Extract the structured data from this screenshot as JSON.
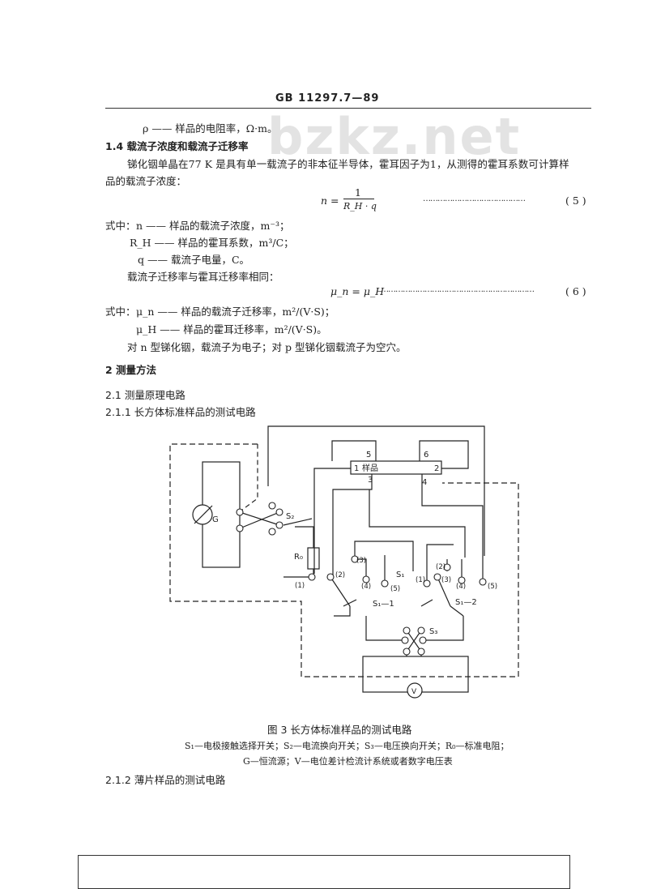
{
  "header": {
    "standard_no": "GB 11297.7—89"
  },
  "watermark": "bzkz.net",
  "top_rho": "ρ —— 样品的电阻率，Ω·m。",
  "section_1_4": {
    "heading": "1.4  载流子浓度和载流子迁移率",
    "para_line1": "锑化铟单晶在77 K 是具有单一载流子的非本征半导体，霍耳因子为1，从测得的霍耳系数可计算样",
    "para_line2": "品的载流子浓度：",
    "eq5": {
      "lhs": "n =",
      "numerator": "1",
      "denominator": "R_H · q",
      "dots": "……………………………………",
      "number": "( 5 )"
    },
    "where_label": "式中：",
    "def_n": "n —— 样品的载流子浓度，m⁻³；",
    "def_RH": "R_H —— 样品的霍耳系数，m³/C；",
    "def_q": "q —— 载流子电量，C。",
    "mobility_line": "载流子迁移率与霍耳迁移率相同：",
    "eq6": {
      "expr": "μ_n = μ_H",
      "dots": "………………………………………………………",
      "number": "( 6 )"
    },
    "where_label2": "式中：",
    "def_mun": "μ_n —— 样品的载流子迁移率，m²/(V·S)；",
    "def_muH": "μ_H —— 样品的霍耳迁移率，m²/(V·S)。",
    "carrier_note": "对 n 型锑化铟，载流子为电子；对 p 型锑化铟载流子为空穴。"
  },
  "section_2": {
    "heading": "2  测量方法"
  },
  "section_2_1": {
    "heading": "2.1  测量原理电路"
  },
  "section_2_1_1": {
    "heading": "2.1.1  长方体标准样品的测试电路"
  },
  "diagram": {
    "sample_label": "样品",
    "terminals": [
      "1",
      "2",
      "3",
      "4",
      "5",
      "6"
    ],
    "source_label": "G",
    "resistor_label": "R₀",
    "switch_S2": "S₂",
    "switch_S1": "S₁",
    "switch_S1_1": "S₁—1",
    "switch_S1_2": "S₁—2",
    "switch_S3": "S₃",
    "contacts_left": [
      "(1)",
      "(2)",
      "(3)",
      "(4)",
      "(5)"
    ],
    "contacts_right": [
      "(1)",
      "(2)",
      "(3)",
      "(4)",
      "(5)"
    ],
    "voltmeter_label": "V"
  },
  "figure": {
    "caption": "图 3  长方体标准样品的测试电路",
    "legend_line1": "S₁—电极接触选择开关；S₂—电流换向开关；S₃—电压换向开关；R₀—标准电阻；",
    "legend_line2": "G—恒流源；V—电位差计检流计系统或者数字电压表"
  },
  "section_2_1_2": {
    "heading": "2.1.2  薄片样品的测试电路"
  }
}
